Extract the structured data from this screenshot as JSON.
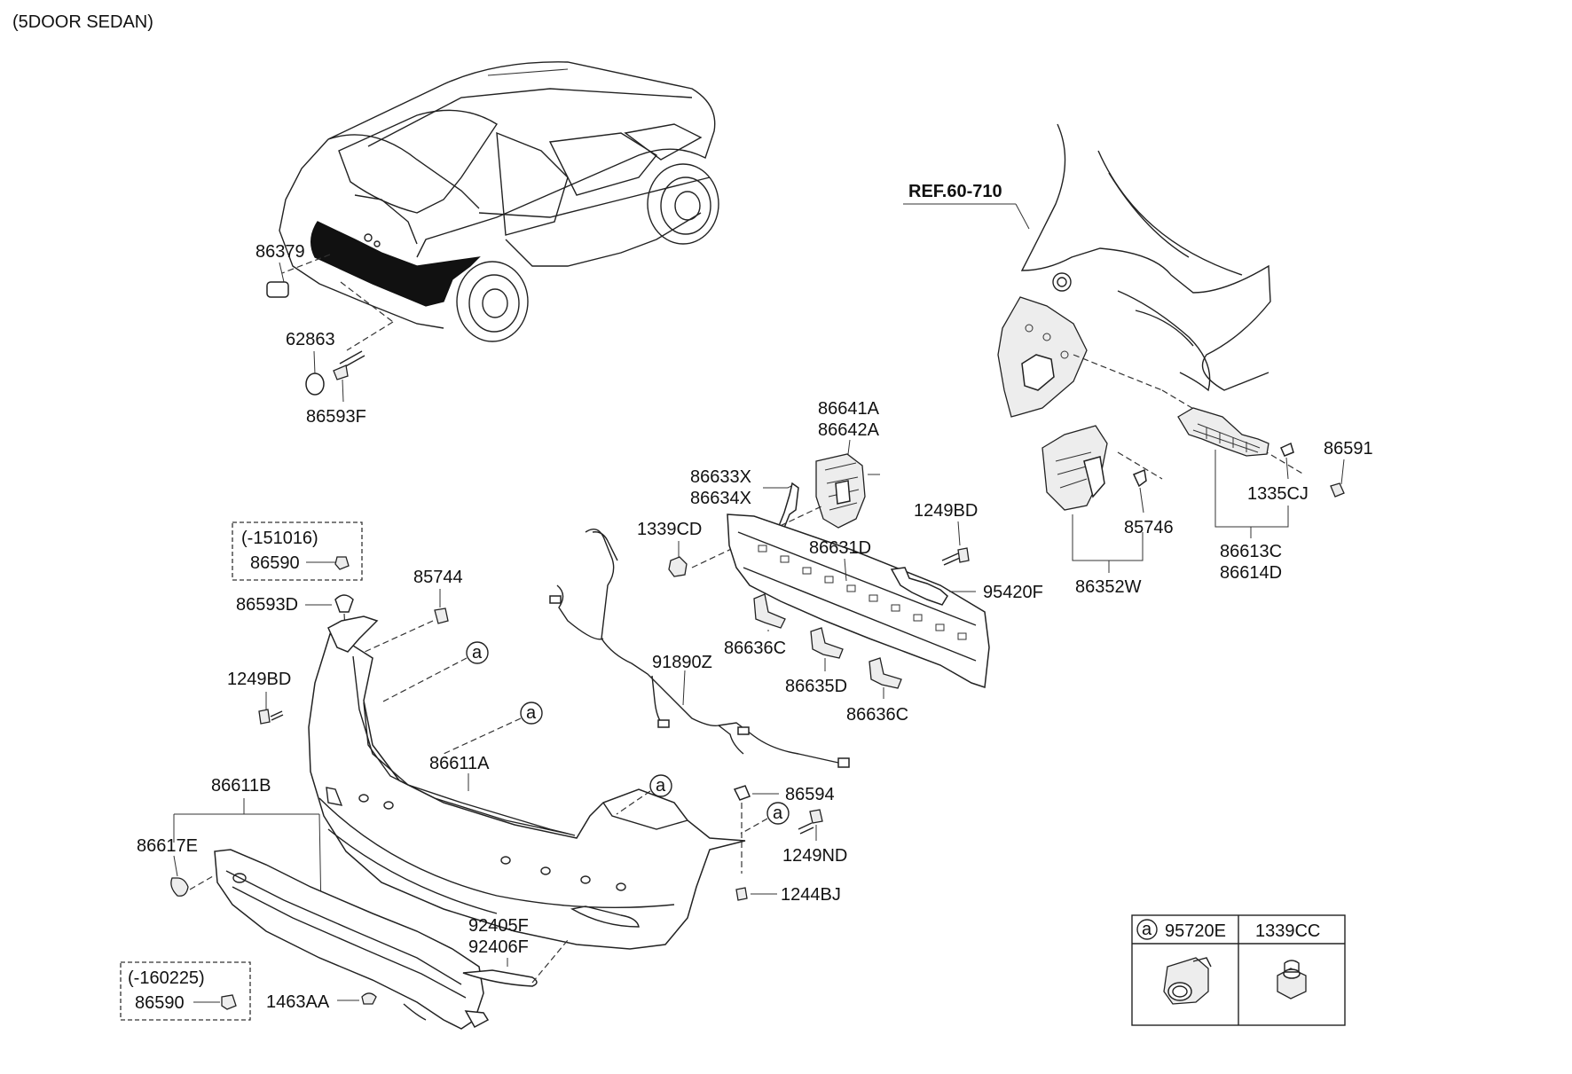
{
  "header": {
    "variant": "(5DOOR SEDAN)"
  },
  "reference": {
    "label": "REF.60-710"
  },
  "parts": {
    "p86379": "86379",
    "p62863": "62863",
    "p86593F": "86593F",
    "p86641A": "86641A",
    "p86642A": "86642A",
    "p86633X": "86633X",
    "p86634X": "86634X",
    "p1339CD": "1339CD",
    "p1249BD_a": "1249BD",
    "p86631D": "86631D",
    "p95420F": "95420F",
    "p85746": "85746",
    "p86352W": "86352W",
    "p86591": "86591",
    "p1335CJ": "1335CJ",
    "p86613C": "86613C",
    "p86614D": "86614D",
    "p85744": "85744",
    "p86593D": "86593D",
    "p1249BD_b": "1249BD",
    "p86636C_a": "86636C",
    "p86635D": "86635D",
    "p86636C_b": "86636C",
    "p91890Z": "91890Z",
    "p86611A": "86611A",
    "p86611B": "86611B",
    "p86617E": "86617E",
    "p86594": "86594",
    "p1249ND": "1249ND",
    "p1244BJ": "1244BJ",
    "p92405F": "92405F",
    "p92406F": "92406F",
    "p1463AA": "1463AA"
  },
  "variant_boxes": {
    "box1": {
      "range": "(-151016)",
      "part": "86590"
    },
    "box2": {
      "range": "(-160225)",
      "part": "86590"
    }
  },
  "callout": {
    "marker": "a"
  },
  "legend_table": {
    "col1_marker": "a",
    "col1_part": "95720E",
    "col2_part": "1339CC"
  }
}
